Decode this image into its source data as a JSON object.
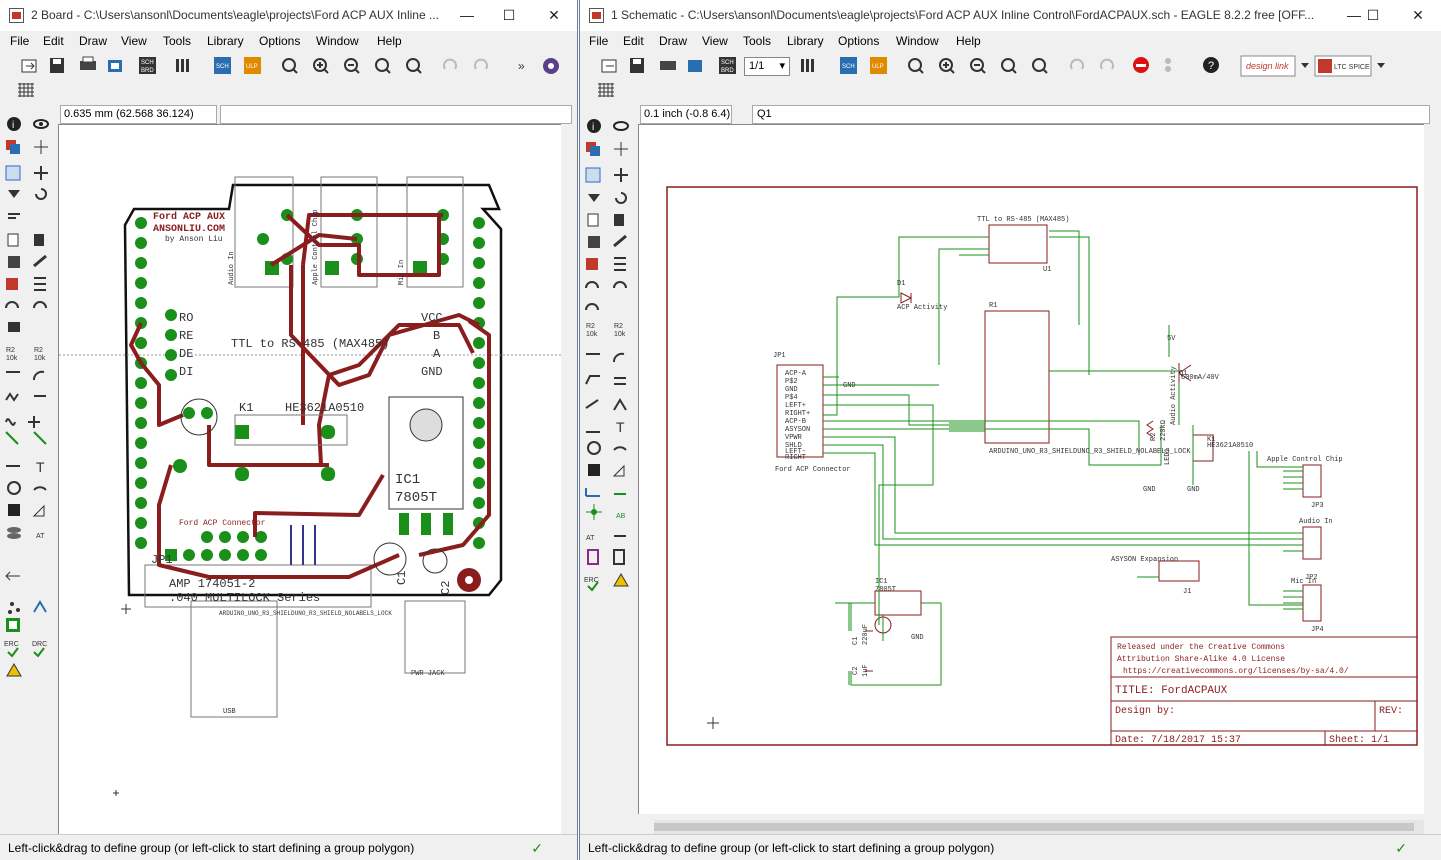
{
  "board_window": {
    "title": "2 Board - C:\\Users\\ansonl\\Documents\\eagle\\projects\\Ford ACP AUX Inline ...",
    "menu": [
      "File",
      "Edit",
      "Draw",
      "View",
      "Tools",
      "Library",
      "Options",
      "Window",
      "Help"
    ],
    "coord": "0.635 mm (62.568 36.124)",
    "command": "",
    "status": "Left-click&drag to define group (or left-click to start defining a group polygon)",
    "pcb": {
      "title1": "Ford ACP AUX",
      "title2": "ANSONLIU.COM",
      "byline": "by Anson Liu",
      "max_label": "TTL to RS-485 (MAX485)",
      "pins_left": [
        "RO",
        "RE",
        "DE",
        "DI"
      ],
      "pins_right": [
        "VCC",
        "B",
        "A",
        "GND"
      ],
      "k1": "K1",
      "relay": "HE3621A0510",
      "ic1": "IC1",
      "reg": "7805T",
      "jp1": "JP1",
      "amp1": "AMP 174051-2",
      "amp2": ".040 MULTILOCK Series",
      "conn": "Ford ACP Connector",
      "shield": "ARDUINO_UNO_R3_SHIELDUNO_R3_SHIELD_NOLABELS_LOCK",
      "usb": "USB",
      "pwr": "PWR JACK",
      "audio_in": "Audio In",
      "apple": "Apple Control Chip",
      "mic": "Mic In",
      "c1": "C1",
      "c2": "C2"
    }
  },
  "sch_window": {
    "title": "1 Schematic - C:\\Users\\ansonl\\Documents\\eagle\\projects\\Ford ACP AUX Inline Control\\FordACPAUX.sch - EAGLE 8.2.2 free [OFF...",
    "menu": [
      "File",
      "Edit",
      "Draw",
      "View",
      "Tools",
      "Library",
      "Options",
      "Window",
      "Help"
    ],
    "sheet_select": "1/1",
    "design_link": "design link",
    "ltc_spice": "LTC SPICE",
    "coord": "0.1 inch (-0.8 6.4)",
    "command": "Q1",
    "status": "Left-click&drag to define group (or left-click to start defining a group polygon)",
    "frame": {
      "license1": "Released under the Creative Commons",
      "license2": "Attribution Share-Alike 4.0 License",
      "license3": "https://creativecommons.org/licenses/by-sa/4.0/",
      "title": "TITLE: FordACPAUX",
      "design_by": "Design by:",
      "rev": "REV:",
      "date": "Date: 7/18/2017 15:37",
      "sheet": "Sheet: 1/1"
    },
    "sch": {
      "u1_title": "TTL to RS-485 (MAX485)",
      "u1": "U1",
      "d1": "D1",
      "acp_activity": "ACP Activity",
      "r1": "R1",
      "jp1": "JP1",
      "jp1_pins": [
        "ACP-A",
        "P$2",
        "GND",
        "P$4",
        "LEFT+",
        "RIGHT+",
        "ACP-B",
        "ASYSON",
        "VPWR",
        "SHLD",
        "LEFT-",
        "RIGHT-"
      ],
      "ford_conn": "Ford ACP Connector",
      "q1": "Q1",
      "q1_val": "600mA/40V",
      "k1": "K1",
      "relay": "HE3621A0510",
      "r2": "R2",
      "r2_val": "220kΩ",
      "led": "LED1",
      "audio_act": "Audio Activity",
      "apple": "Apple Control Chip",
      "jp3": "JP3",
      "audio_in": "Audio In",
      "jp4": "JP4",
      "mic_in": "Mic In",
      "asyson": "ASYSON Expansion",
      "j1": "J1",
      "ic1": "IC1",
      "reg": "7805T",
      "c1": "C1",
      "c1_val": "220uF",
      "c2": "C2",
      "c2_val": "1uF",
      "gnd": "GND",
      "fivev": "5V",
      "shield": "ARDUINO_UNO_R3_SHIELDUNO_R3_SHIELD_NOLABELS_LOCK",
      "jp2": "JP2"
    }
  }
}
